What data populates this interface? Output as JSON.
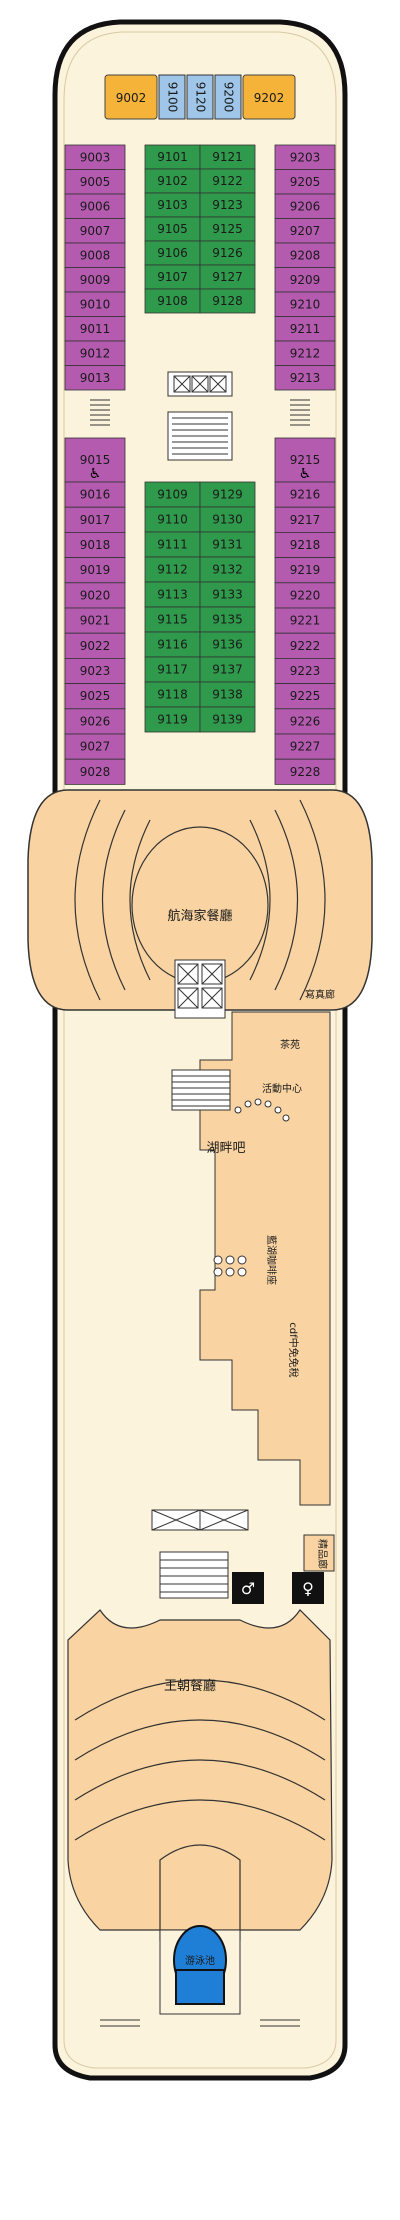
{
  "colors": {
    "purple_cabin": "#b45bb0",
    "green_cabin": "#2f9a4c",
    "suite_orange": "#f5b33a",
    "blue_cabin": "#9fc6e8",
    "public_area": "#f9d4a2",
    "deck_floor": "#fbf3dc",
    "pool": "#1f7fd6",
    "hull": "#111111"
  },
  "suites": [
    "9002",
    "9202"
  ],
  "forward_cabins": [
    "9100",
    "9120",
    "9200"
  ],
  "port_cabins_upper": [
    "9003",
    "9005",
    "9006",
    "9007",
    "9008",
    "9009",
    "9010",
    "9011",
    "9012",
    "9013"
  ],
  "starboard_cabins_upper": [
    "9203",
    "9205",
    "9206",
    "9207",
    "9208",
    "9209",
    "9210",
    "9211",
    "9212",
    "9213"
  ],
  "center_cabins_upper": [
    [
      "9101",
      "9121"
    ],
    [
      "9102",
      "9122"
    ],
    [
      "9103",
      "9123"
    ],
    [
      "9105",
      "9125"
    ],
    [
      "9106",
      "9126"
    ],
    [
      "9107",
      "9127"
    ],
    [
      "9108",
      "9128"
    ]
  ],
  "port_cabins_lower": [
    "9015",
    "9016",
    "9017",
    "9018",
    "9019",
    "9020",
    "9021",
    "9022",
    "9023",
    "9025",
    "9026",
    "9027",
    "9028"
  ],
  "starboard_cabins_lower": [
    "9215",
    "9216",
    "9217",
    "9218",
    "9219",
    "9220",
    "9221",
    "9222",
    "9223",
    "9225",
    "9226",
    "9227",
    "9228"
  ],
  "center_cabins_lower": [
    [
      "9109",
      "9129"
    ],
    [
      "9110",
      "9130"
    ],
    [
      "9111",
      "9131"
    ],
    [
      "9112",
      "9132"
    ],
    [
      "9113",
      "9133"
    ],
    [
      "9115",
      "9135"
    ],
    [
      "9116",
      "9136"
    ],
    [
      "9117",
      "9137"
    ],
    [
      "9118",
      "9138"
    ],
    [
      "9119",
      "9139"
    ]
  ],
  "accessible_cabins": [
    "9015",
    "9215"
  ],
  "venues": {
    "navigator_restaurant": "航海家餐廳",
    "photo_gallery": "寫真廊",
    "tea_garden": "茶苑",
    "activity_center": "活動中心",
    "lake_bar": "湖畔吧",
    "blue_lake_cafe": "藍湖咖啡座",
    "cdf_duty_free": "cdf中免免稅",
    "jewelry": "精品廊",
    "dynasty_restaurant": "王朝餐廳",
    "swimming_pool": "游泳池"
  }
}
